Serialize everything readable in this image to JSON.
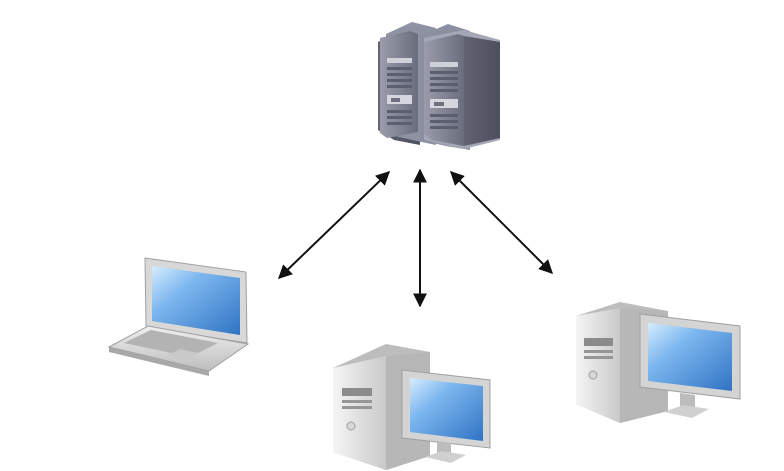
{
  "diagram": {
    "type": "network-topology",
    "nodes": [
      {
        "id": "server",
        "kind": "server-rack",
        "icon": "server-icon"
      },
      {
        "id": "laptop",
        "kind": "laptop",
        "icon": "laptop-icon"
      },
      {
        "id": "desktop-center",
        "kind": "desktop-computer",
        "icon": "desktop-computer-icon"
      },
      {
        "id": "desktop-right",
        "kind": "desktop-computer",
        "icon": "desktop-computer-icon"
      }
    ],
    "edges": [
      {
        "from": "server",
        "to": "laptop",
        "direction": "bidirectional"
      },
      {
        "from": "server",
        "to": "desktop-center",
        "direction": "bidirectional"
      },
      {
        "from": "server",
        "to": "desktop-right",
        "direction": "bidirectional"
      }
    ]
  },
  "colors": {
    "background": "#ffffff",
    "arrow": "#111111",
    "server_body": "#6f7284",
    "screen": "#5f97d6",
    "device_body": "#d9d9d9"
  }
}
